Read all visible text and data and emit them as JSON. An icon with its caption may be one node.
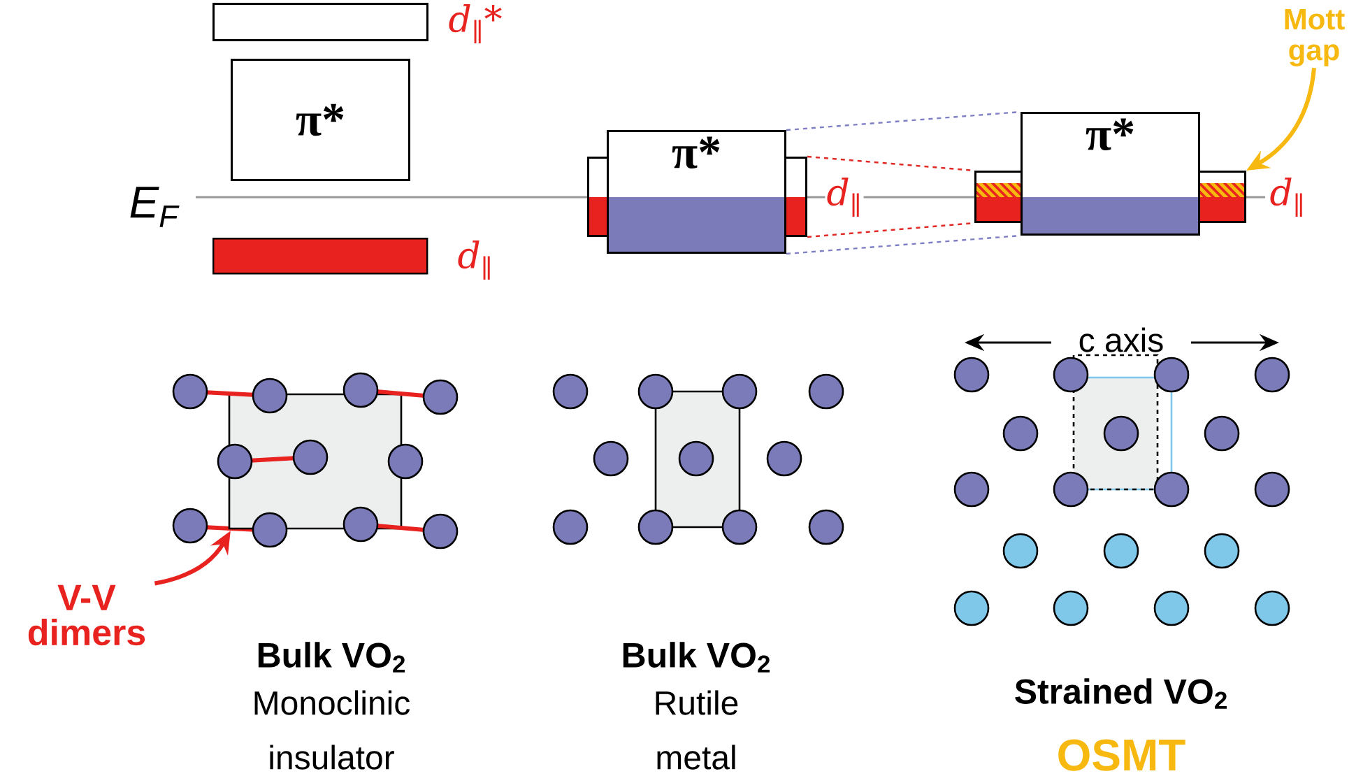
{
  "diagram": {
    "nodes": [
      {
        "text": [],
        "shape": "box",
        "beside": [
          "d$_{∥}$*"
        ]
      },
      {
        "text": [
          "π*"
        ]
      },
      {
        "text": [],
        "shape": "bar",
        "beside": [
          "d$_{∥}$"
        ]
      },
      {
        "text": [
          "π*"
        ]
      },
      {
        "text": [],
        "shape": "box"
      },
      {
        "text": [],
        "shape": "box"
      },
      {
        "text": [
          "π*"
        ]
      },
      {
        "text": [],
        "shape": "box"
      },
      {
        "text": [],
        "shape": "box",
        "beside": [
          "d$_{∥}$"
        ]
      },
      {
        "text": [
          "Mott gap"
        ]
      },
      {
        "text": [
          "V-V dimers"
        ]
      },
      {
        "text": [],
        "shape": "bar"
      }
    ],
    "edges": [
      {
        "from": 3,
        "to": 6,
        "arrow": "none",
        "style": "dashed",
        "color": "#7f7fc6"
      },
      {
        "from": 5,
        "to": 7,
        "arrow": "none",
        "style": "dashed",
        "color": "#e02a26"
      },
      {
        "from": 5,
        "to": 7,
        "arrow": "none",
        "style": "dashed",
        "color": "#e02a26"
      },
      {
        "from": 3,
        "to": 6,
        "arrow": "none",
        "style": "dashed",
        "color": "#7f7fc6"
      },
      {
        "from": 9,
        "to": 8,
        "arrow": "to",
        "style": "thick",
        "color": "#f7b90f"
      },
      {
        "from": 10,
        "to": 11,
        "arrow": "to",
        "style": "thick",
        "color": "#e8221f"
      }
    ],
    "labels": [
      "d$_{∥}$",
      "E$_{F}$",
      "c axis",
      "Bulk VO$_{2}$",
      "Monoclinic insulator",
      "Bulk VO$_{2}$",
      "Rutile metal",
      "Strained VO$_{2}$",
      "OSMT"
    ]
  }
}
